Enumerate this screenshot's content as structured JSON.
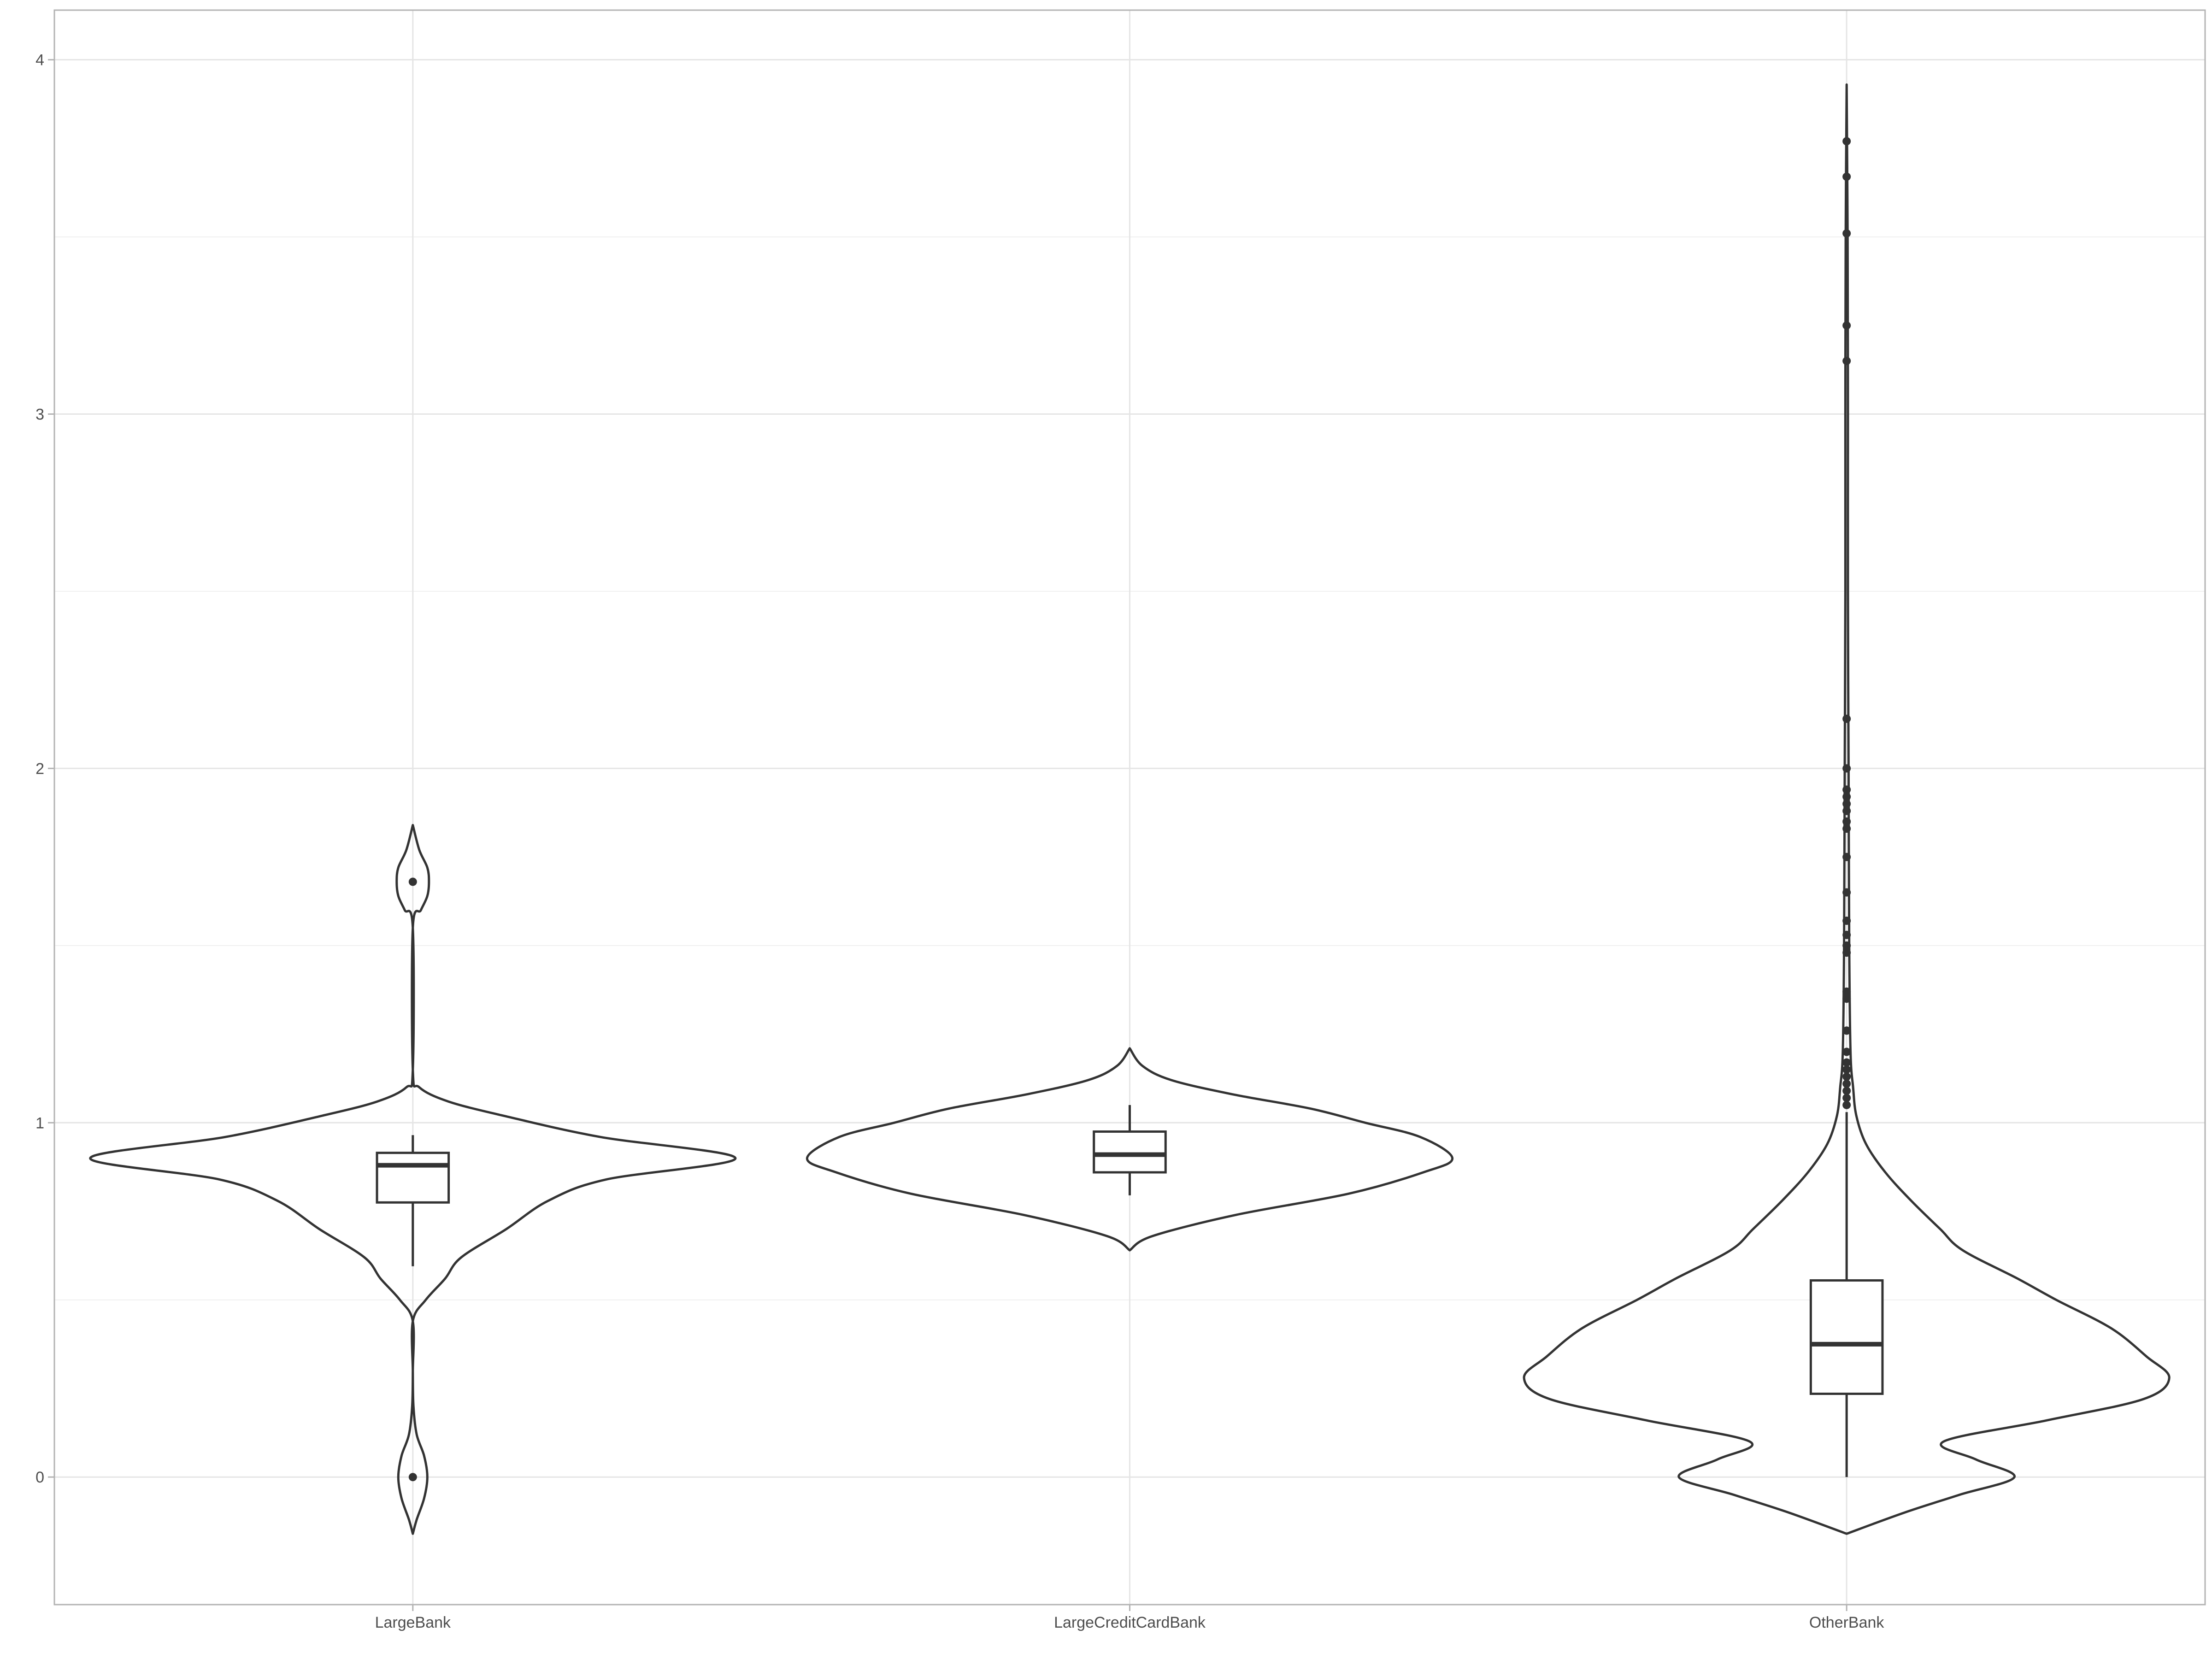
{
  "chart_data": {
    "type": "violin",
    "title": "",
    "xlabel": "",
    "ylabel": "",
    "categories": [
      "LargeBank",
      "LargeCreditCardBank",
      "OtherBank"
    ],
    "ylim": [
      -0.36,
      4.14
    ],
    "y_ticks": [
      0,
      1,
      2,
      3,
      4
    ],
    "y_tick_labels": [
      "0",
      "1",
      "2",
      "3",
      "4"
    ],
    "grid": true,
    "colors": {
      "line": "#333333",
      "grid": "#e5e5e5",
      "border": "#b3b3b3",
      "text": "#4d4d4d"
    },
    "groups": [
      {
        "name": "LargeBank",
        "box": {
          "q1": 0.775,
          "median": 0.88,
          "q3": 0.915,
          "whisker_low": 0.595,
          "whisker_high": 0.965
        },
        "outliers": [
          1.68,
          0.0
        ],
        "density": [
          [
            -0.16,
            0.0
          ],
          [
            -0.12,
            0.012
          ],
          [
            -0.06,
            0.035
          ],
          [
            0.0,
            0.045
          ],
          [
            0.06,
            0.035
          ],
          [
            0.12,
            0.012
          ],
          [
            0.2,
            0.002
          ],
          [
            0.3,
            0.0
          ],
          [
            0.44,
            0.0
          ],
          [
            0.5,
            0.04
          ],
          [
            0.56,
            0.1
          ],
          [
            0.62,
            0.15
          ],
          [
            0.7,
            0.29
          ],
          [
            0.78,
            0.42
          ],
          [
            0.84,
            0.6
          ],
          [
            0.9,
            1.0
          ],
          [
            0.96,
            0.58
          ],
          [
            1.02,
            0.28
          ],
          [
            1.06,
            0.11
          ],
          [
            1.1,
            0.02
          ],
          [
            1.15,
            0.0
          ],
          [
            1.55,
            0.0
          ],
          [
            1.6,
            0.025
          ],
          [
            1.64,
            0.045
          ],
          [
            1.68,
            0.05
          ],
          [
            1.72,
            0.045
          ],
          [
            1.77,
            0.02
          ],
          [
            1.84,
            0.0
          ]
        ]
      },
      {
        "name": "LargeCreditCardBank",
        "box": {
          "q1": 0.86,
          "median": 0.91,
          "q3": 0.975,
          "whisker_low": 0.795,
          "whisker_high": 1.05
        },
        "outliers": [],
        "density": [
          [
            0.64,
            0.0
          ],
          [
            0.68,
            0.07
          ],
          [
            0.74,
            0.33
          ],
          [
            0.8,
            0.68
          ],
          [
            0.86,
            0.91
          ],
          [
            0.9,
            1.0
          ],
          [
            0.96,
            0.9
          ],
          [
            1.0,
            0.73
          ],
          [
            1.04,
            0.56
          ],
          [
            1.08,
            0.32
          ],
          [
            1.12,
            0.13
          ],
          [
            1.16,
            0.04
          ],
          [
            1.21,
            0.0
          ]
        ]
      },
      {
        "name": "OtherBank",
        "box": {
          "q1": 0.235,
          "median": 0.375,
          "q3": 0.555,
          "whisker_low": 0.0,
          "whisker_high": 1.03
        },
        "outliers": [
          3.77,
          3.67,
          3.51,
          3.25,
          3.15,
          2.14,
          2.0,
          1.94,
          1.92,
          1.9,
          1.88,
          1.85,
          1.83,
          1.75,
          1.65,
          1.57,
          1.53,
          1.5,
          1.48,
          1.37,
          1.35,
          1.26,
          1.2,
          1.17,
          1.15,
          1.13,
          1.11,
          1.09,
          1.07,
          1.05
        ],
        "density": [
          [
            -0.16,
            0.0
          ],
          [
            -0.1,
            0.18
          ],
          [
            -0.05,
            0.35
          ],
          [
            0.0,
            0.52
          ],
          [
            0.05,
            0.4
          ],
          [
            0.1,
            0.3
          ],
          [
            0.16,
            0.62
          ],
          [
            0.22,
            0.92
          ],
          [
            0.28,
            1.0
          ],
          [
            0.34,
            0.93
          ],
          [
            0.42,
            0.82
          ],
          [
            0.5,
            0.65
          ],
          [
            0.56,
            0.53
          ],
          [
            0.64,
            0.36
          ],
          [
            0.7,
            0.29
          ],
          [
            0.78,
            0.2
          ],
          [
            0.86,
            0.12
          ],
          [
            0.94,
            0.06
          ],
          [
            1.02,
            0.03
          ],
          [
            1.1,
            0.02
          ],
          [
            1.2,
            0.012
          ],
          [
            1.5,
            0.008
          ],
          [
            2.0,
            0.006
          ],
          [
            2.5,
            0.004
          ],
          [
            3.0,
            0.004
          ],
          [
            3.5,
            0.003
          ],
          [
            3.93,
            0.0
          ]
        ]
      }
    ]
  }
}
